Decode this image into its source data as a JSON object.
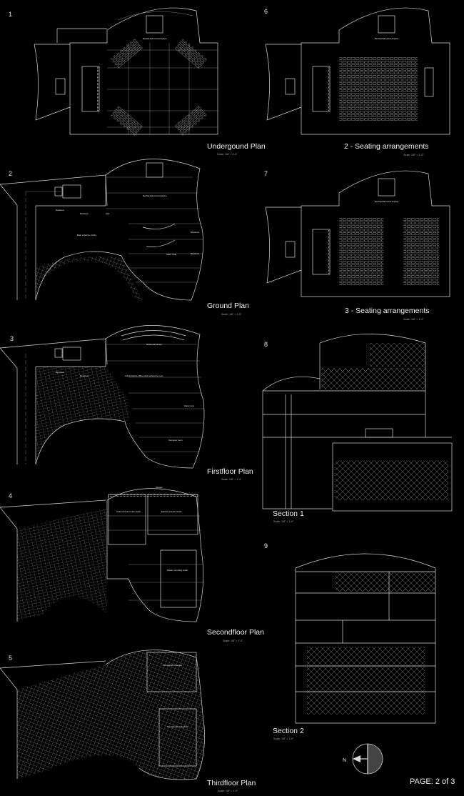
{
  "sheet": {
    "page_label": "PAGE: 2 of 3",
    "north_label": "N",
    "scale_text": "Scale: 1/8\" = 1'-0\""
  },
  "drawings": [
    {
      "number": "1",
      "title": "Undergound Plan",
      "rooms": [
        "Mechanical services space"
      ]
    },
    {
      "number": "2",
      "title": "Ground Plan",
      "rooms": [
        "Mechanical services space",
        "Main entrance / lobby",
        "Restroom",
        "Restroom",
        "Hall",
        "Café / Club",
        "Restroom",
        "Restroom"
      ]
    },
    {
      "number": "3",
      "title": "Firstfloor Plan",
      "rooms": [
        "Multimedia library",
        "Administrative offices and conference room",
        "Restroom",
        "Restroom",
        "Class room",
        "Computer room"
      ]
    },
    {
      "number": "4",
      "title": "Secondfloor Plan",
      "rooms": [
        "Storage",
        "Instrument and voice studio",
        "Electric acoustic studio",
        "Master recording studio"
      ]
    },
    {
      "number": "5",
      "title": "Thirdfloor Plan",
      "rooms": [
        "Composition chamber",
        "Soundproofed chamber"
      ]
    },
    {
      "number": "6",
      "title": "2 - Seating arrangements",
      "rooms": [
        "Mechanical services space"
      ]
    },
    {
      "number": "7",
      "title": "3 - Seating arrangements",
      "rooms": [
        "Mechanical services space"
      ]
    },
    {
      "number": "8",
      "title": "Section 1",
      "rooms": []
    },
    {
      "number": "9",
      "title": "Section 2",
      "rooms": []
    }
  ]
}
